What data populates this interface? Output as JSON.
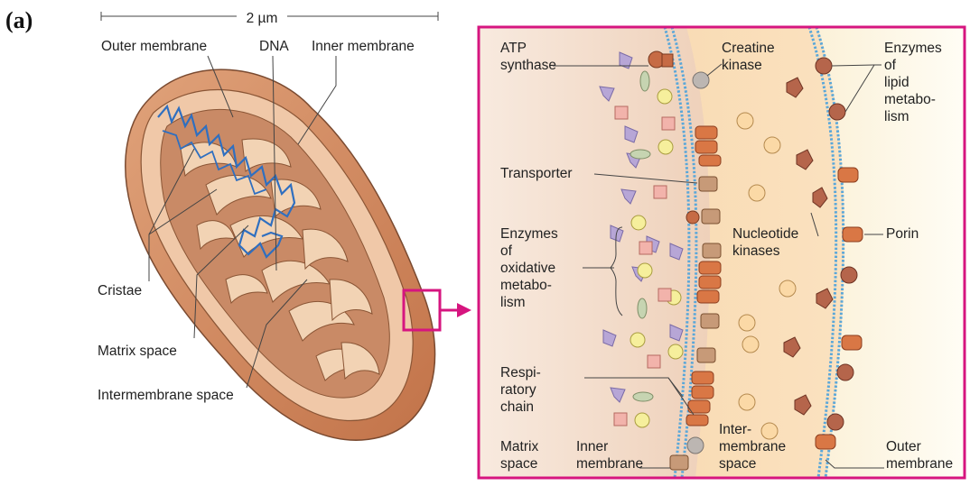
{
  "panel_label": "(a)",
  "scale_bar": "2 µm",
  "left": {
    "outer_membrane": "Outer membrane",
    "dna": "DNA",
    "inner_membrane": "Inner membrane",
    "cristae": "Cristae",
    "matrix_space": "Matrix space",
    "intermembrane_space": "Intermembrane space"
  },
  "right": {
    "atp_synthase": [
      "ATP",
      "synthase"
    ],
    "creatine_kinase": [
      "Creatine",
      "kinase"
    ],
    "enzymes_lipid": [
      "Enzymes",
      "of",
      "lipid",
      "metabo-",
      "lism"
    ],
    "transporter": "Transporter",
    "enzymes_oxidative": [
      "Enzymes",
      "of",
      "oxidative",
      "metabo-",
      "lism"
    ],
    "nucleotide_kinases": [
      "Nucleotide",
      "kinases"
    ],
    "porin": "Porin",
    "respiratory_chain": [
      "Respi-",
      "ratory",
      "chain"
    ],
    "matrix_space": [
      "Matrix",
      "space"
    ],
    "inner_membrane": [
      "Inner",
      "membrane"
    ],
    "intermembrane_space": [
      "Inter-",
      "membrane",
      "space"
    ],
    "outer_membrane": [
      "Outer",
      "membrane"
    ]
  },
  "colors": {
    "accent_magenta": "#d6157f",
    "membrane_blue": "#5aa7d9",
    "outer_shell": "#cf8a5d",
    "matrix_fill": "#c98a66",
    "protein_orange": "#d97745",
    "enzyme_purple": "#b7a6d6",
    "enzyme_yellow": "#f6ef9c",
    "enzyme_pink": "#f2b3ab",
    "enzyme_green": "#c6d4b1",
    "lipid_enzyme": "#b5654b"
  }
}
